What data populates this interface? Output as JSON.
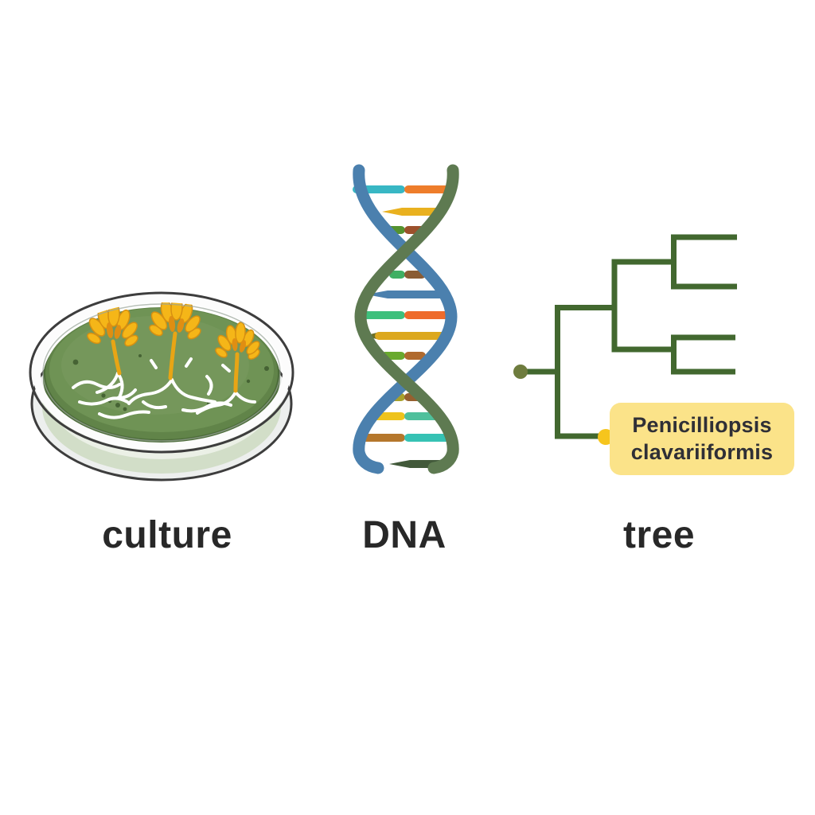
{
  "page": {
    "background_color": "#ffffff",
    "description_text_color": "#282828"
  },
  "panels": [
    {
      "id": "culture",
      "label": "culture",
      "icon": "petri-dish-culture-illustration"
    },
    {
      "id": "dna",
      "label": "DNA",
      "icon": "dna-double-helix-illustration"
    },
    {
      "id": "tree",
      "label": "tree",
      "icon": "phylogenetic-tree-illustration"
    }
  ],
  "culture_diagram": {
    "medium_color": "#6f9355",
    "medium_edge_color": "#4d6d3a",
    "glass_outline_color": "#3d3d3d",
    "mycelium_color": "#ffffff",
    "fruiting_body_color": "#f5b618",
    "fruiting_body_shade_color": "#e08e12",
    "fruiting_body_count": 3
  },
  "dna_diagram": {
    "strand_left_color": "#4b80ae",
    "strand_right_color": "#5e7a51",
    "rung_colors": [
      "#38b7c4",
      "#ee7d2b",
      "#e9b11f",
      "#55922f",
      "#9c512c",
      "#3faf63",
      "#8a5c34",
      "#3ec07c",
      "#ee6b2b",
      "#dca81e",
      "#69a92e",
      "#b06a2e",
      "#a8a12b",
      "#96602f",
      "#eec31c",
      "#4fc09c",
      "#b5772c",
      "#36c2b4",
      "#42593a"
    ]
  },
  "tree_diagram": {
    "branch_color": "#42682f",
    "root_dot_color": "#6e7c3e",
    "tip_dot_color": "#f6c51d",
    "highlight_box_color": "#fbe389",
    "taxon_label": {
      "line1": "Penicilliopsis",
      "line2": "clavariiformis"
    },
    "topology": "root -> ( ((tip, tip), (tip, tip)), Penicilliopsis clavariiformis )",
    "unlabeled_tip_count": 4,
    "labeled_tip_count": 1
  }
}
